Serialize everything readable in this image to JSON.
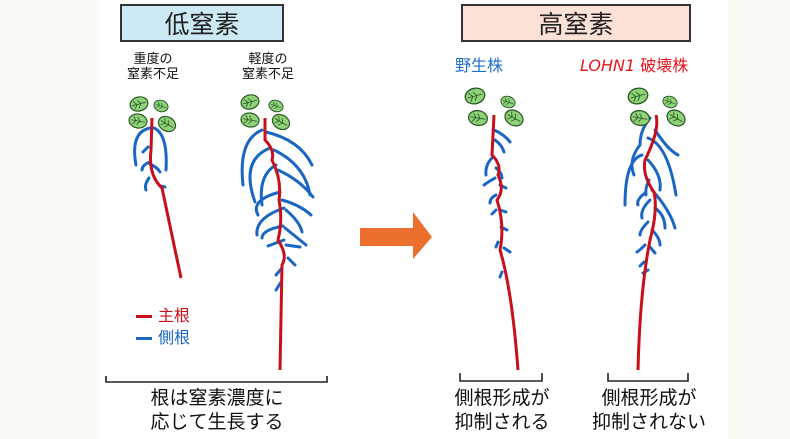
{
  "low_nitrogen": {
    "title": "低窒素",
    "title_bg": "#cde9f5",
    "severe_label_line1": "重度の",
    "severe_label_line2": "窒素不足",
    "mild_label_line1": "軽度の",
    "mild_label_line2": "窒素不足",
    "caption_line1": "根は窒素濃度に",
    "caption_line2": "応じて生長する"
  },
  "high_nitrogen": {
    "title": "高窒素",
    "title_bg": "#fbe1d6",
    "wildtype_label": "野生株",
    "wildtype_color": "#1f6fc8",
    "mutant_label_gene": "LOHN1",
    "mutant_label_suffix": " 破壊株",
    "mutant_color": "#e8141c",
    "wildtype_caption_line1": "側根形成が",
    "wildtype_caption_line2": "抑制される",
    "mutant_caption_line1": "側根形成が",
    "mutant_caption_line2": "抑制されない"
  },
  "legend": {
    "main_root": "主根",
    "main_root_color": "#c8101a",
    "lateral_root": "側根",
    "lateral_root_color": "#1a66c2"
  },
  "arrow": {
    "icon": "right-arrow-icon",
    "color": "#ec6f2d"
  }
}
